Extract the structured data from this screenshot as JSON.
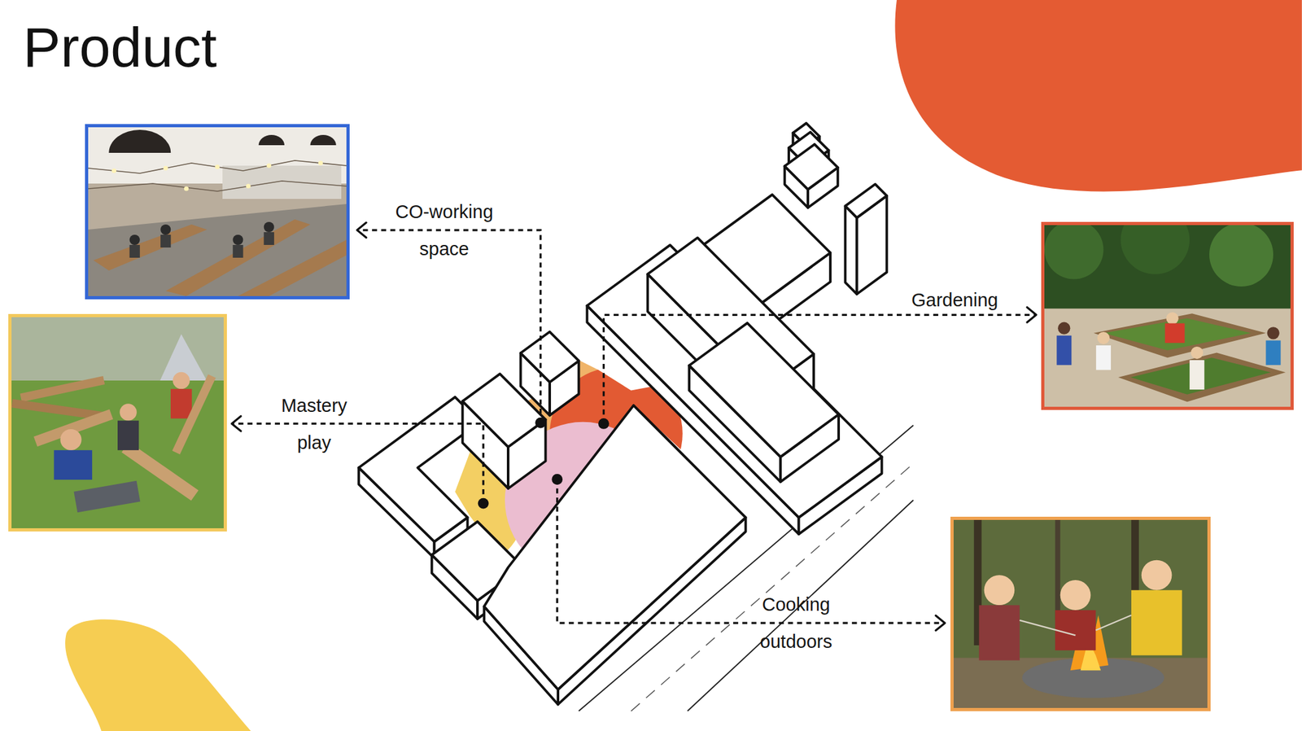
{
  "diagram": {
    "title": "Product",
    "labels": [
      "CO-working space",
      "Mastery play",
      "Gardening",
      "Cooking outdoors"
    ]
  }
}
